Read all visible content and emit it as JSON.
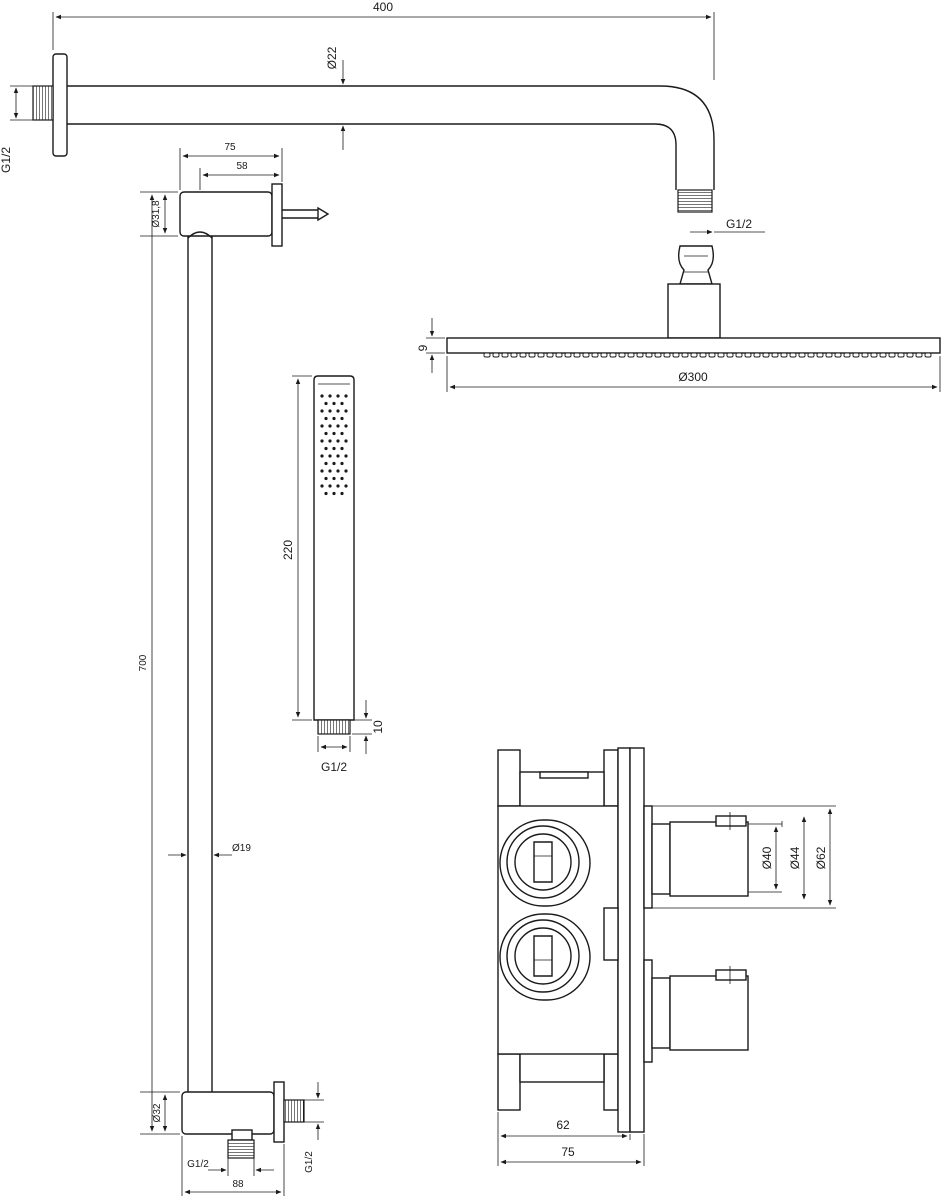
{
  "drawing": {
    "overhead_arm": {
      "length": "400",
      "tube_diameter": "Ø22",
      "wall_thread": "G1/2",
      "outlet_thread": "G1/2"
    },
    "rain_head": {
      "thickness": "9",
      "diameter": "Ø300"
    },
    "slide_rail": {
      "bracket_depth_outer": "75",
      "bracket_depth_inner": "58",
      "top_bracket_diameter": "Ø31,8",
      "rail_length": "700",
      "rail_diameter": "Ø19",
      "bottom_bracket_diameter": "Ø32",
      "outlet_thread": "G1/2",
      "inlet_thread": "G1/2",
      "bottom_width": "88"
    },
    "hand_shower": {
      "length": "220",
      "connector_height": "10",
      "thread": "G1/2"
    },
    "mixer_box": {
      "depth_inner": "62",
      "depth_outer": "75",
      "dim_40": "Ø40",
      "dim_44": "Ø44",
      "dim_62": "Ø62"
    }
  }
}
